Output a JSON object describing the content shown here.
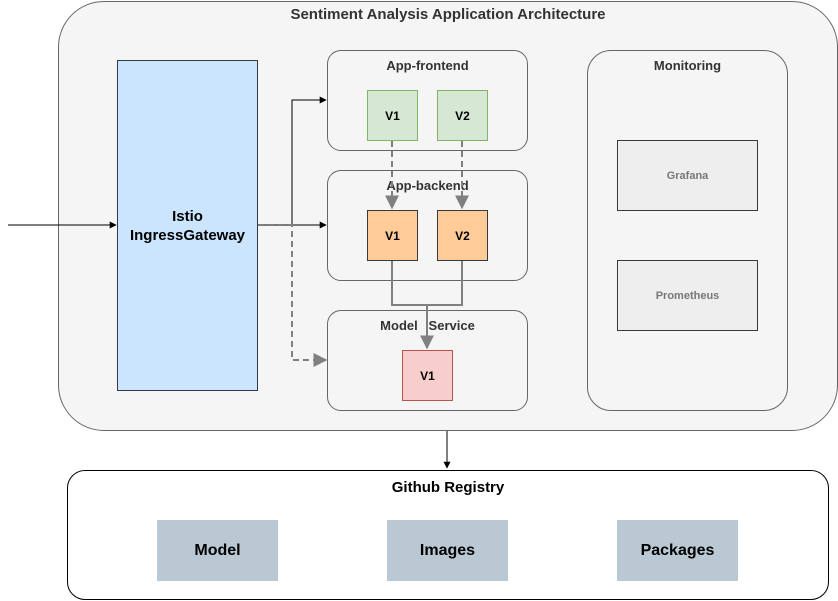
{
  "architecture": {
    "title": "Sentiment Analysis Application Architecture"
  },
  "gateway": {
    "line1": "Istio",
    "line2": "IngressGateway"
  },
  "frontend": {
    "title": "App-frontend",
    "v1": "V1",
    "v2": "V2"
  },
  "backend": {
    "title": "App-backend",
    "v1": "V1",
    "v2": "V2"
  },
  "model_service": {
    "title": "Model   Service",
    "v1": "V1"
  },
  "monitoring": {
    "title": "Monitoring",
    "grafana": "Grafana",
    "prometheus": "Prometheus"
  },
  "registry": {
    "title": "Github Registry",
    "items": [
      "Model",
      "Images",
      "Packages"
    ]
  }
}
